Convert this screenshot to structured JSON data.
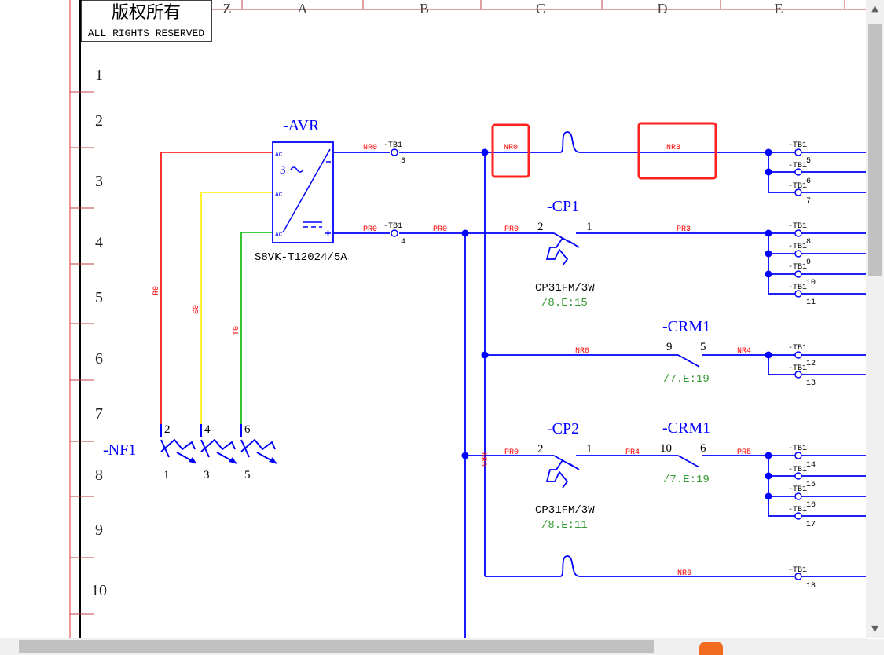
{
  "title_block": {
    "cn": "版权所有",
    "en": "ALL RIGHTS RESERVED"
  },
  "columns": [
    "Z",
    "A",
    "B",
    "C",
    "D",
    "E"
  ],
  "rows": [
    "1",
    "2",
    "3",
    "4",
    "5",
    "6",
    "7",
    "8",
    "9",
    "10"
  ],
  "colors": {
    "wire": "#0000ff",
    "wire_label": "#ff0000",
    "ref_text": "#339933",
    "R": "#ff0000",
    "S": "#ffff00",
    "T": "#00bb00",
    "highlight": "#ff2020"
  },
  "avr": {
    "tag": "-AVR",
    "model": "S8VK-T12024/5A",
    "phase": "3",
    "ac": "AC"
  },
  "nf1": {
    "tag": "-NF1",
    "top_terms": [
      "2",
      "4",
      "6"
    ],
    "bottom_terms": [
      "1",
      "3",
      "5"
    ]
  },
  "phase_labels": [
    "R0",
    "S0",
    "T0"
  ],
  "tb_label": "-TB1",
  "tb_ports": [
    "3",
    "4",
    "5",
    "6",
    "7",
    "8",
    "9",
    "10",
    "11",
    "12",
    "13",
    "14",
    "15",
    "16",
    "17",
    "18"
  ],
  "wire_labels": {
    "nr0": "NR0",
    "pr0": "PR0",
    "nr3": "NR3",
    "pr3": "PR3",
    "nr4": "NR4",
    "pr4": "PR4",
    "pr5": "PR5",
    "nr6": "NR6"
  },
  "cp1": {
    "tag": "-CP1",
    "t_in": "2",
    "t_out": "1",
    "model": "CP31FM/3W",
    "ref": "/8.E:15"
  },
  "cp2": {
    "tag": "-CP2",
    "t_in": "2",
    "t_out": "1",
    "model": "CP31FM/3W",
    "ref": "/8.E:11"
  },
  "crm1_a": {
    "tag": "-CRM1",
    "t_in": "9",
    "t_out": "5",
    "ref": "/7.E:19"
  },
  "crm1_b": {
    "tag": "-CRM1",
    "t_in": "10",
    "t_out": "6",
    "ref": "/7.E:19"
  },
  "scrollbar": {
    "up": "▲",
    "down": "▼"
  }
}
